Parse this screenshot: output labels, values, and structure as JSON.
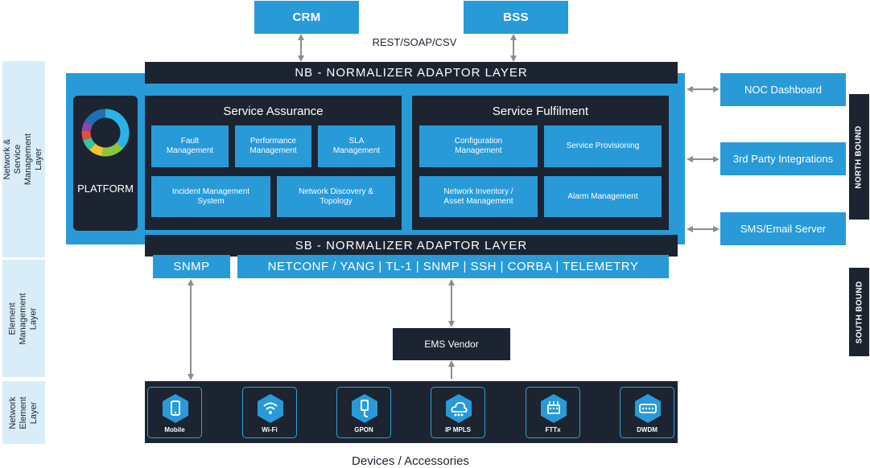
{
  "top": {
    "crm": "CRM",
    "bss": "BSS",
    "protocols": "REST/SOAP/CSV"
  },
  "nb_layer": "NB - NORMALIZER ADAPTOR LAYER",
  "sb_layer": "SB - NORMALIZER ADAPTOR LAYER",
  "platform": {
    "label": "PLATFORM"
  },
  "assurance": {
    "title": "Service Assurance",
    "modules": [
      "Fault Management",
      "Performance Management",
      "SLA Management",
      "Incident Management System",
      "Network Discovery & Topology"
    ]
  },
  "fulfilment": {
    "title": "Service Fulfilment",
    "modules": [
      "Configuration Management",
      "Service Provisioning",
      "Network Inventory / Asset Management",
      "Alarm Management"
    ]
  },
  "right": {
    "noc": "NOC Dashboard",
    "third_party": "3rd Party Integrations",
    "sms": "SMS/Email Server",
    "north_bound": "NORTH BOUND",
    "south_bound": "SOUTH BOUND"
  },
  "layers": {
    "nsm": "Network & Service Management Layer",
    "eml": "Element Management Layer",
    "nel": "Network Element Layer"
  },
  "southbound": {
    "snmp": "SNMP",
    "protocols": "NETCONF / YANG | TL-1 | SNMP | SSH | CORBA | TELEMETRY",
    "ems": "EMS Vendor"
  },
  "devices": [
    {
      "label": "Mobile",
      "icon": "mobile-icon"
    },
    {
      "label": "Wi-Fi",
      "icon": "wifi-icon"
    },
    {
      "label": "GPON",
      "icon": "gpon-icon"
    },
    {
      "label": "IP MPLS",
      "icon": "cloud-network-icon"
    },
    {
      "label": "FTTx",
      "icon": "fttx-icon"
    },
    {
      "label": "DWDM",
      "icon": "dwdm-icon"
    }
  ],
  "footer": "Devices / Accessories",
  "colors": {
    "blue": "#289ad8",
    "dark": "#1b2430",
    "light": "#d9edf8",
    "arrow": "#8a8d91"
  }
}
